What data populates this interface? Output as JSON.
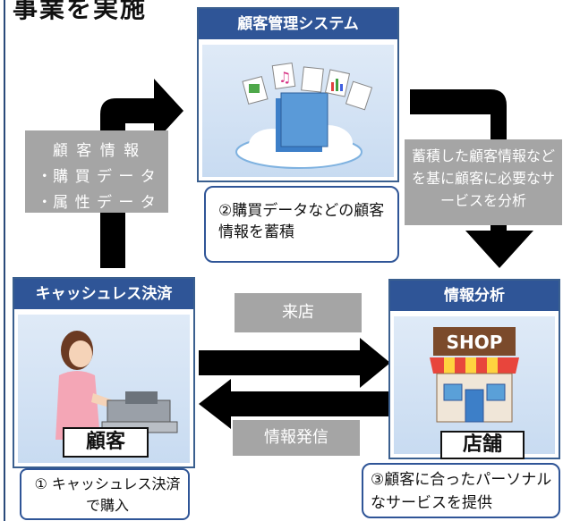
{
  "page_title": "事業を実施",
  "crm": {
    "title": "顧客管理システム",
    "note": "②購買データなどの顧客情報を蓄積"
  },
  "cashless": {
    "title": "キャッシュレス決済",
    "caption": "顧客",
    "note": "① キャッシュレス決済で購入"
  },
  "analysis": {
    "title": "情報分析",
    "caption": "店舗",
    "sign": "SHOP",
    "note": "③顧客に合ったパーソナルなサービスを提供"
  },
  "labels": {
    "customer_info": "顧 客 情 報",
    "purchase_data": "・購 買 デ ー タ",
    "attribute_data": "・属 性 デ ー タ",
    "analysis_desc": "蓄積した顧客情報などを基に顧客に必要なサービスを分析",
    "visit": "来店",
    "info_send": "情報発信"
  }
}
